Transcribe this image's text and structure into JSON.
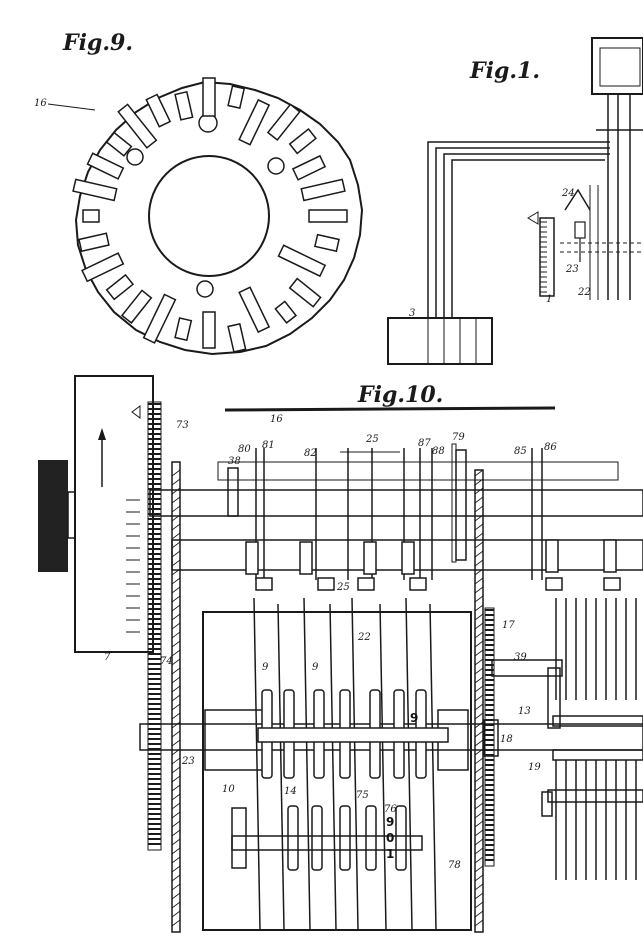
{
  "figures": {
    "fig9": {
      "title": "Fig.9.",
      "refs": [
        "16"
      ]
    },
    "fig1": {
      "title": "Fig.1.",
      "refs": [
        "24",
        "23",
        "22",
        "1",
        "3"
      ]
    },
    "fig10": {
      "title": "Fig.10.",
      "refs": [
        "16",
        "73",
        "7",
        "74",
        "38",
        "80",
        "81",
        "82",
        "25",
        "87",
        "88",
        "79",
        "85",
        "86",
        "25",
        "17",
        "39",
        "22",
        "9",
        "9",
        "23",
        "10",
        "13",
        "14",
        "75",
        "76",
        "78",
        "18",
        "19"
      ],
      "counter_digits": [
        "9",
        "9",
        "0",
        "1"
      ]
    }
  },
  "colors": {
    "ink": "#1a1a1a",
    "paper": "#ffffff",
    "knob": "#222222"
  }
}
